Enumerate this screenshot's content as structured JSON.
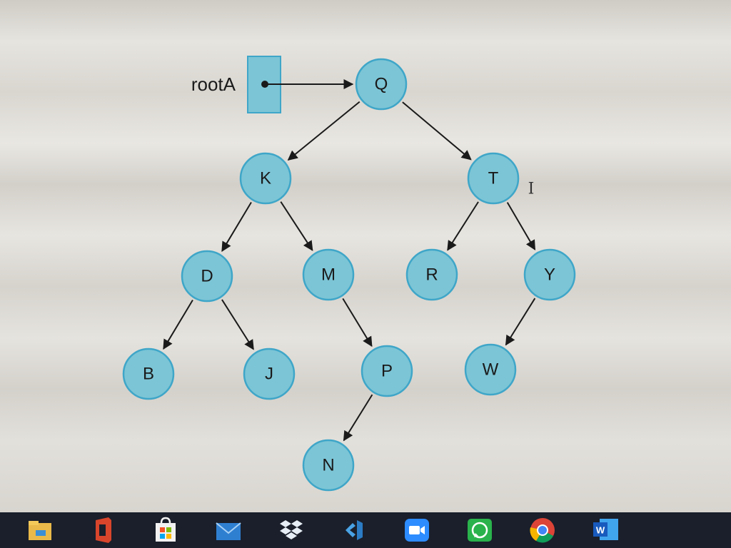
{
  "diagram": {
    "root_pointer_label": "rootA",
    "nodes": [
      {
        "id": "Q",
        "label": "Q"
      },
      {
        "id": "K",
        "label": "K"
      },
      {
        "id": "T",
        "label": "T"
      },
      {
        "id": "D",
        "label": "D"
      },
      {
        "id": "M",
        "label": "M"
      },
      {
        "id": "R",
        "label": "R"
      },
      {
        "id": "Y",
        "label": "Y"
      },
      {
        "id": "B",
        "label": "B"
      },
      {
        "id": "J",
        "label": "J"
      },
      {
        "id": "P",
        "label": "P"
      },
      {
        "id": "W",
        "label": "W"
      },
      {
        "id": "N",
        "label": "N"
      }
    ],
    "edges": [
      {
        "from": "Q",
        "to": "K"
      },
      {
        "from": "Q",
        "to": "T"
      },
      {
        "from": "K",
        "to": "D"
      },
      {
        "from": "K",
        "to": "M"
      },
      {
        "from": "T",
        "to": "R"
      },
      {
        "from": "T",
        "to": "Y"
      },
      {
        "from": "D",
        "to": "B"
      },
      {
        "from": "D",
        "to": "J"
      },
      {
        "from": "M",
        "to": "P"
      },
      {
        "from": "Y",
        "to": "W"
      },
      {
        "from": "P",
        "to": "N"
      }
    ],
    "colors": {
      "node_fill": "#7cc5d6",
      "node_stroke": "#3fa6c8",
      "edge": "#1a1a1a"
    }
  },
  "taskbar": {
    "apps": [
      {
        "name": "file-explorer-icon"
      },
      {
        "name": "office-icon"
      },
      {
        "name": "microsoft-store-icon"
      },
      {
        "name": "mail-icon"
      },
      {
        "name": "dropbox-icon"
      },
      {
        "name": "visual-studio-icon"
      },
      {
        "name": "zoom-icon"
      },
      {
        "name": "whatsapp-icon"
      },
      {
        "name": "chrome-icon"
      },
      {
        "name": "word-icon",
        "label": "W"
      }
    ]
  }
}
